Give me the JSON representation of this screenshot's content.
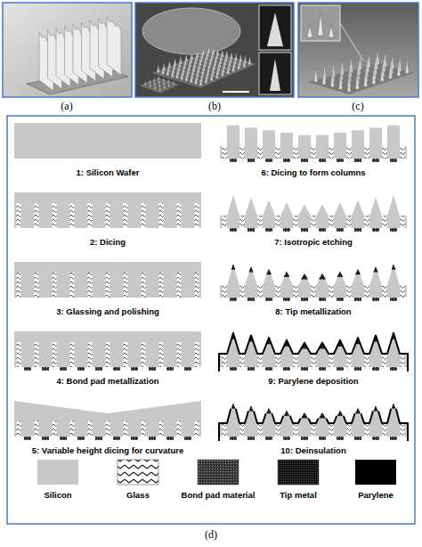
{
  "diagram": {
    "labels": [
      "(a)",
      "(b)",
      "(c)",
      "1: Silicon Wafer",
      "6: Dicing to form columns",
      "2: Dicing",
      "7: Isotropic etching",
      "3: Glassing and polishing",
      "8: Tip metallization",
      "4: Bond pad metallization",
      "9: Parylene deposition",
      "5: Variable height dicing for curvature",
      "10: Deinsulation",
      "(d)"
    ],
    "legend": [
      {
        "text": "Silicon",
        "color": "#c8c8c8"
      },
      {
        "text": "Glass"
      },
      {
        "text": "Bond pad material"
      },
      {
        "text": "Tip metal"
      },
      {
        "text": "Parylene",
        "color": "#000000"
      }
    ]
  }
}
